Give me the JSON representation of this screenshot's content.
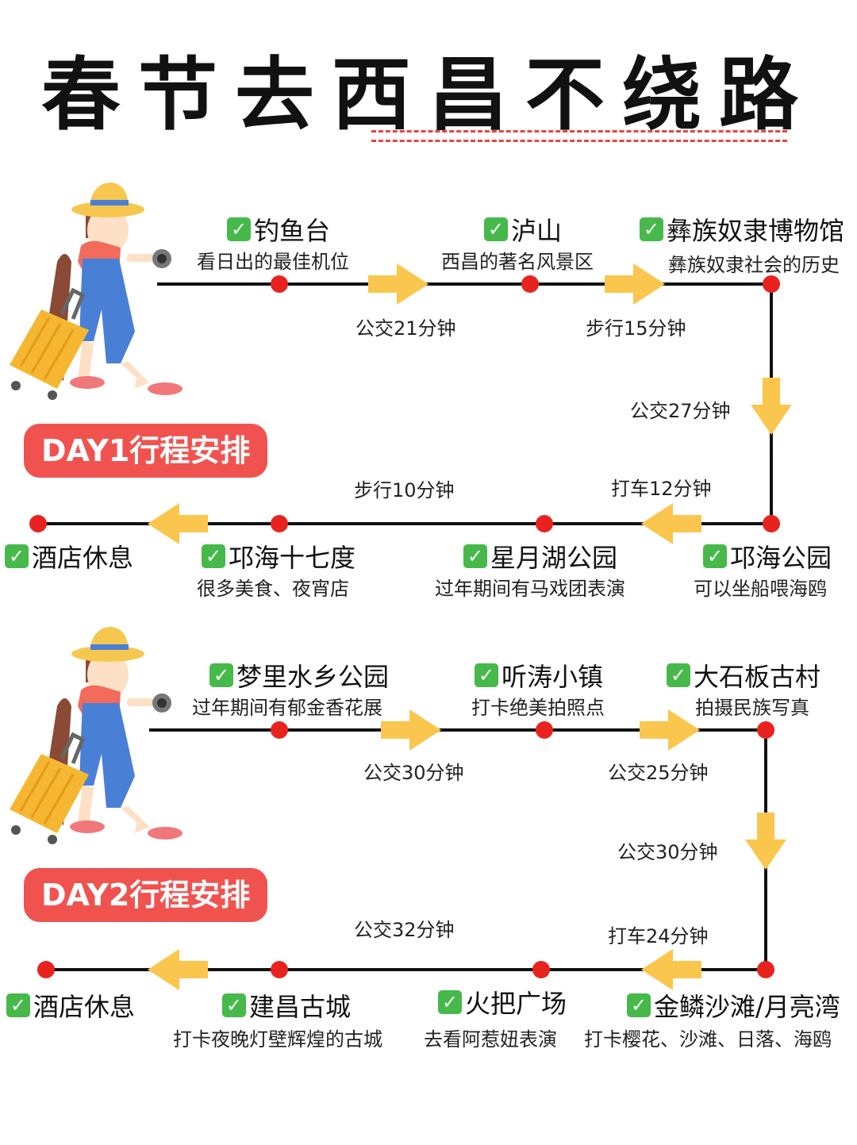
{
  "title": "春节去西昌不绕路",
  "days": [
    {
      "badge": "DAY1行程安排",
      "row1": [
        {
          "name": "钓鱼台",
          "desc": "看日出的最佳机位"
        },
        {
          "name": "泸山",
          "desc": "西昌的著名风景区"
        },
        {
          "name": "彝族奴隶博物馆",
          "desc": "彝族奴隶社会的历史"
        }
      ],
      "row1_legs": [
        "公交21分钟",
        "步行15分钟"
      ],
      "down_leg": "公交27分钟",
      "row2": [
        {
          "name": "邛海公园",
          "desc": "可以坐船喂海鸥"
        },
        {
          "name": "星月湖公园",
          "desc": "过年期间有马戏团表演"
        },
        {
          "name": "邛海十七度",
          "desc": "很多美食、夜宵店"
        },
        {
          "name": "酒店休息",
          "desc": ""
        }
      ],
      "row2_legs": [
        "打车12分钟",
        "步行10分钟"
      ]
    },
    {
      "badge": "DAY2行程安排",
      "row1": [
        {
          "name": "梦里水乡公园",
          "desc": "过年期间有郁金香花展"
        },
        {
          "name": "听涛小镇",
          "desc": "打卡绝美拍照点"
        },
        {
          "name": "大石板古村",
          "desc": "拍摄民族写真"
        }
      ],
      "row1_legs": [
        "公交30分钟",
        "公交25分钟"
      ],
      "down_leg": "公交30分钟",
      "row2": [
        {
          "name": "金鳞沙滩/月亮湾",
          "desc": "打卡樱花、沙滩、日落、海鸥"
        },
        {
          "name": "火把广场",
          "desc": "去看阿惹妞表演"
        },
        {
          "name": "建昌古城",
          "desc": "打卡夜晚灯壁辉煌的古城"
        },
        {
          "name": "酒店休息",
          "desc": ""
        }
      ],
      "row2_legs": [
        "打车24分钟",
        "公交32分钟"
      ]
    }
  ],
  "colors": {
    "accent": "#f0534f",
    "check": "#46b94a",
    "arrow": "#fbc64e",
    "dot": "#e8231f",
    "line": "#111111"
  }
}
